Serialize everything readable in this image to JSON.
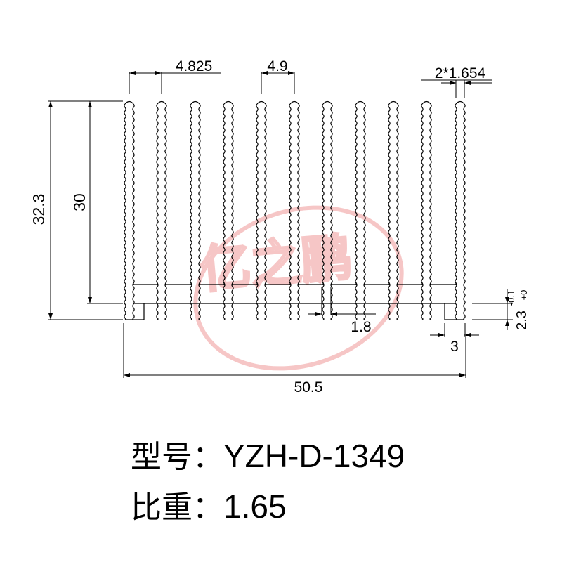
{
  "dimensions": {
    "fin_pitch": "4.825",
    "fin_gap": "4.9",
    "fin_thickness": "2*1.654",
    "overall_height": "32.3",
    "fin_height": "30",
    "base_thickness": "1.8",
    "base_tol_upper": "-0.1",
    "base_tol_lower": "+0",
    "base_nominal": "2.3",
    "foot_width": "3",
    "overall_width": "50.5"
  },
  "watermark": {
    "text": "亿之鹏",
    "color": "#f4b4b4"
  },
  "info": {
    "model_label": "型号：",
    "model_value": "YZH-D-1349",
    "weight_label": "比重：",
    "weight_value": "1.65"
  },
  "colors": {
    "line": "#000000",
    "watermark": "#f4b4b4"
  }
}
